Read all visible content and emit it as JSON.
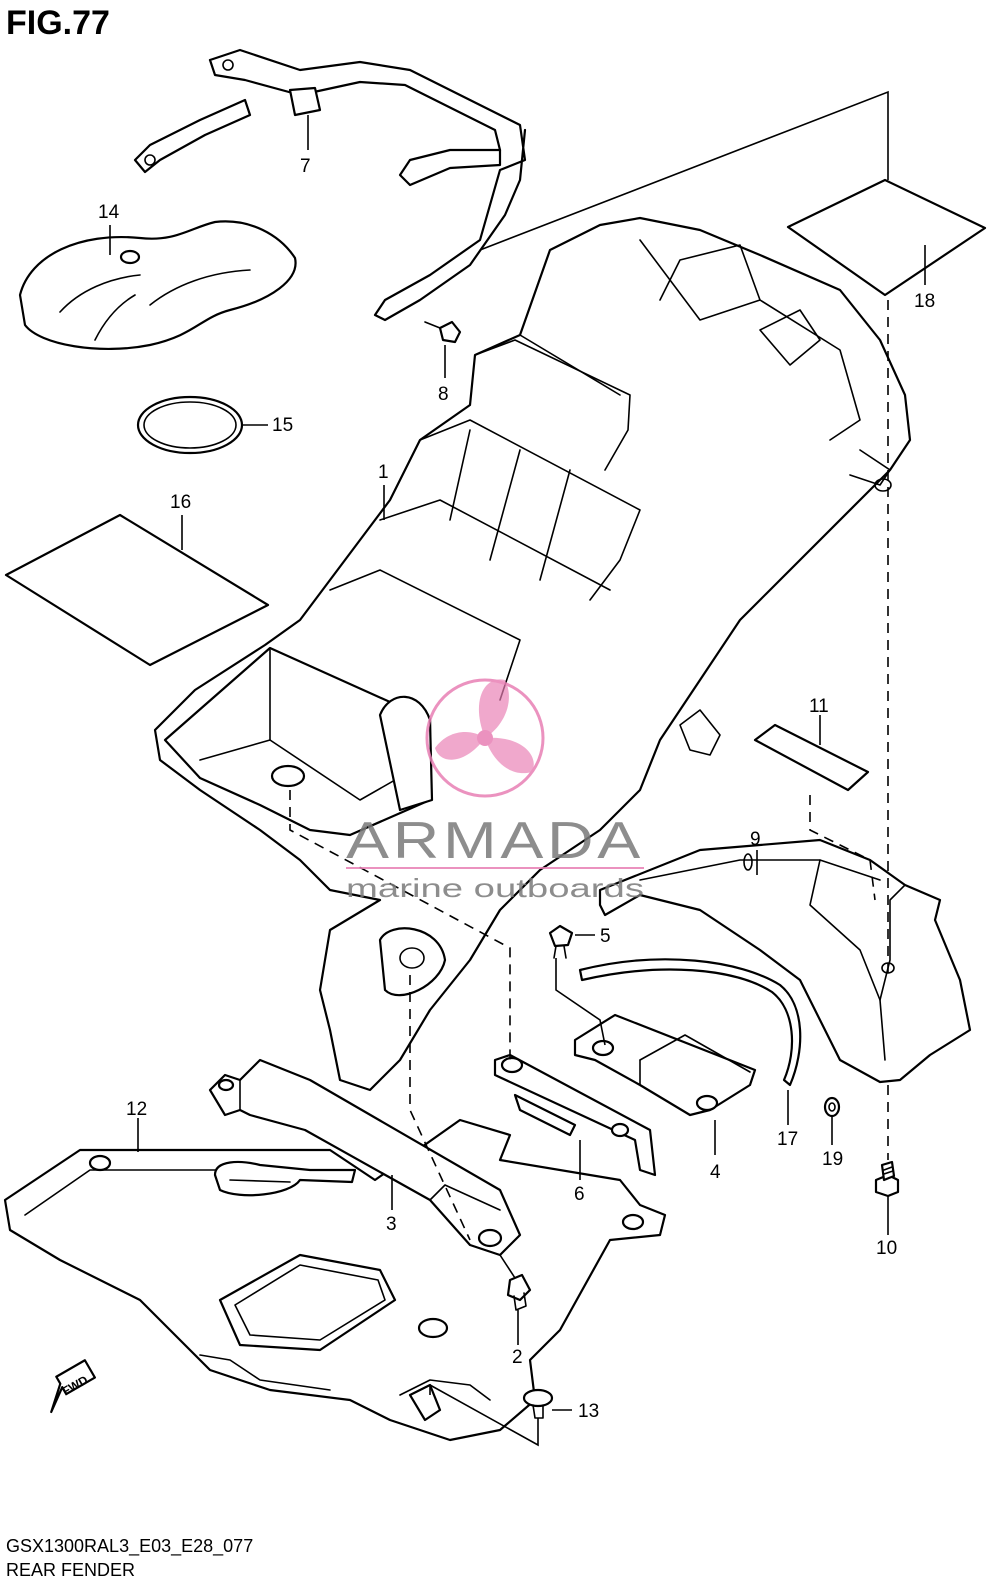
{
  "figure": {
    "title": "FIG.77",
    "code": "GSX1300RAL3_E03_E28_077",
    "name": "REAR FENDER"
  },
  "callouts": [
    {
      "id": "1",
      "label": "1"
    },
    {
      "id": "2",
      "label": "2"
    },
    {
      "id": "3",
      "label": "3"
    },
    {
      "id": "4",
      "label": "4"
    },
    {
      "id": "5",
      "label": "5"
    },
    {
      "id": "6",
      "label": "6"
    },
    {
      "id": "7",
      "label": "7"
    },
    {
      "id": "8",
      "label": "8"
    },
    {
      "id": "9",
      "label": "9"
    },
    {
      "id": "10",
      "label": "10"
    },
    {
      "id": "11",
      "label": "11"
    },
    {
      "id": "12",
      "label": "12"
    },
    {
      "id": "13",
      "label": "13"
    },
    {
      "id": "14",
      "label": "14"
    },
    {
      "id": "15",
      "label": "15"
    },
    {
      "id": "16",
      "label": "16"
    },
    {
      "id": "17",
      "label": "17"
    },
    {
      "id": "18",
      "label": "18"
    },
    {
      "id": "19",
      "label": "19"
    }
  ],
  "direction_badge": "FWD",
  "watermark": {
    "brand": "ARMADA",
    "tagline": "marine outboards",
    "color": "#e87fb4"
  }
}
